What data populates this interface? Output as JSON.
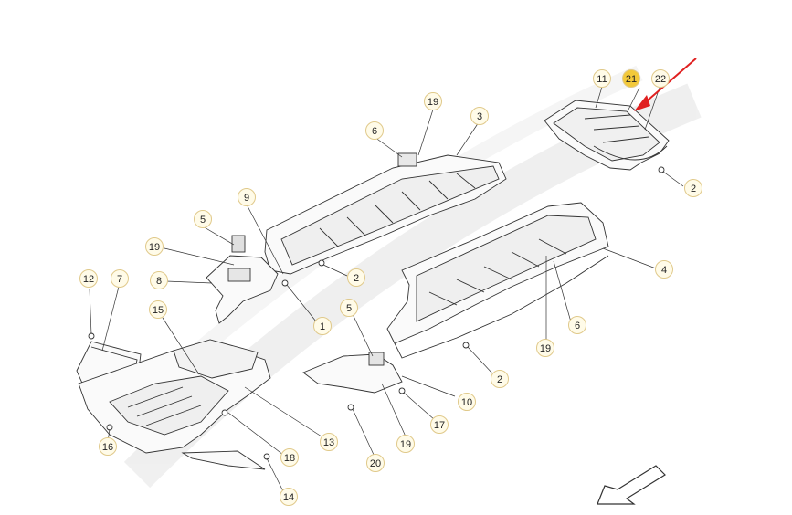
{
  "diagram": {
    "callouts": [
      {
        "label": "21",
        "highlight": true
      },
      {
        "label": "22"
      },
      {
        "label": "11"
      },
      {
        "label": "2"
      },
      {
        "label": "19"
      },
      {
        "label": "3"
      },
      {
        "label": "6"
      },
      {
        "label": "9"
      },
      {
        "label": "5"
      },
      {
        "label": "19"
      },
      {
        "label": "8"
      },
      {
        "label": "12"
      },
      {
        "label": "7"
      },
      {
        "label": "2"
      },
      {
        "label": "1"
      },
      {
        "label": "4"
      },
      {
        "label": "6"
      },
      {
        "label": "19"
      },
      {
        "label": "15"
      },
      {
        "label": "5"
      },
      {
        "label": "2"
      },
      {
        "label": "10"
      },
      {
        "label": "17"
      },
      {
        "label": "13"
      },
      {
        "label": "19"
      },
      {
        "label": "16"
      },
      {
        "label": "18"
      },
      {
        "label": "20"
      },
      {
        "label": "14"
      }
    ],
    "colors": {
      "callout_fill": "#fffbe8",
      "callout_stroke": "#e0c98a",
      "highlight_fill": "#f3c93a",
      "arrow": "#e02020",
      "line": "#333333"
    }
  }
}
